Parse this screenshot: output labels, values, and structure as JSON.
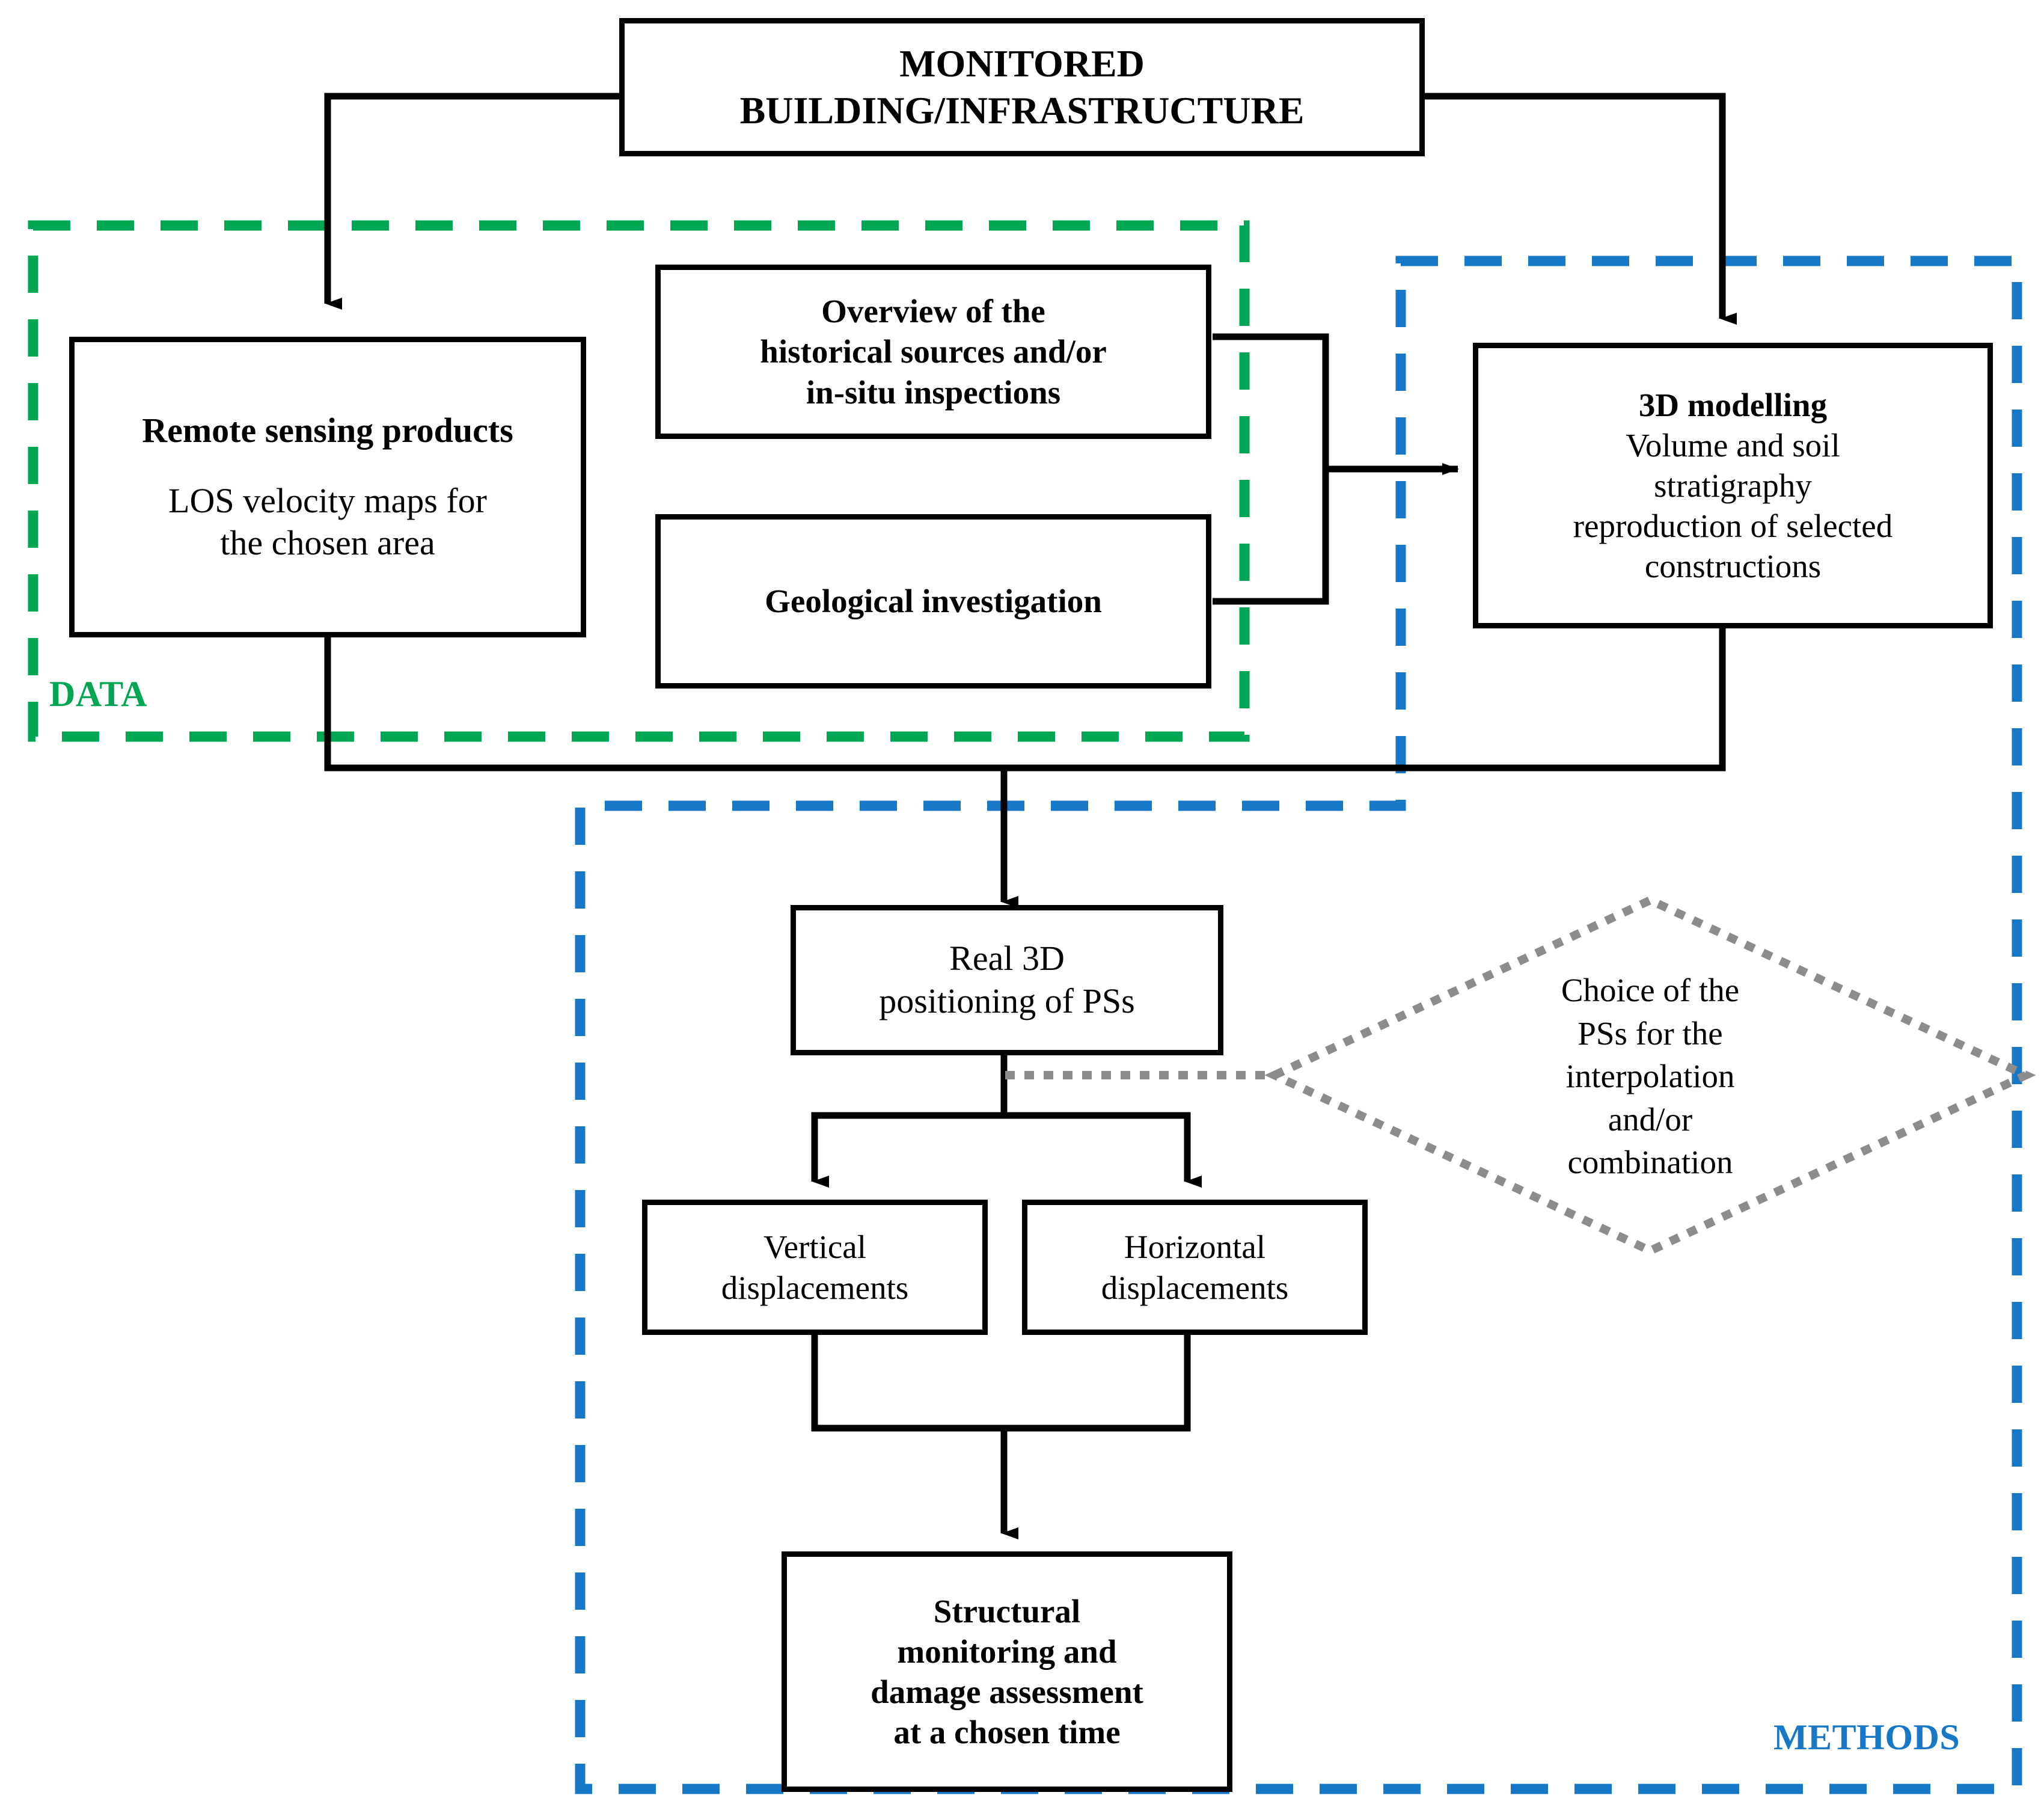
{
  "title": "Remote sensing / 3D modelling workflow flowchart",
  "colors": {
    "data_zone": "#00A651",
    "methods_zone": "#1878C8",
    "box_border": "#000000",
    "connector": "#000000",
    "dotted_connector": "#8C8C8C",
    "background": "#FFFFFF"
  },
  "zones": [
    {
      "id": "data",
      "label": "DATA",
      "color": "#00A651",
      "style": "dashed"
    },
    {
      "id": "methods",
      "label": "METHODS",
      "color": "#1878C8",
      "style": "dashed"
    }
  ],
  "nodes": {
    "monitored": {
      "name": "monitored-building-infrastructure",
      "lines": [
        {
          "text": "MONITORED",
          "bold": true
        },
        {
          "text": "BUILDING/INFRASTRUCTURE",
          "bold": true
        }
      ]
    },
    "remote_sensing": {
      "name": "remote-sensing-products",
      "lines": [
        {
          "text": "Remote sensing products",
          "bold": true
        },
        {
          "text": "",
          "bold": false
        },
        {
          "text": "LOS velocity maps for",
          "bold": false
        },
        {
          "text": "the chosen area",
          "bold": false
        }
      ]
    },
    "overview": {
      "name": "overview-historical-sources",
      "lines": [
        {
          "text": "Overview of the",
          "bold": true
        },
        {
          "text": "historical sources and/or",
          "bold": true
        },
        {
          "text": "in-situ inspections",
          "bold": true
        }
      ]
    },
    "geological": {
      "name": "geological-investigation",
      "lines": [
        {
          "text": "Geological investigation",
          "bold": true
        }
      ]
    },
    "modelling": {
      "name": "3d-modelling",
      "lines": [
        {
          "text": "3D modelling",
          "bold": true
        },
        {
          "text": "Volume and soil",
          "bold": false
        },
        {
          "text": "stratigraphy",
          "bold": false
        },
        {
          "text": "reproduction of selected",
          "bold": false
        },
        {
          "text": "constructions",
          "bold": false
        }
      ]
    },
    "real3d": {
      "name": "real-3d-positioning-of-ps",
      "lines": [
        {
          "text": "Real 3D",
          "bold": false
        },
        {
          "text": "positioning of PSs",
          "bold": false
        }
      ]
    },
    "vertical": {
      "name": "vertical-displacements",
      "lines": [
        {
          "text": "Vertical",
          "bold": false
        },
        {
          "text": "displacements",
          "bold": false
        }
      ]
    },
    "horizontal": {
      "name": "horizontal-displacements",
      "lines": [
        {
          "text": "Horizontal",
          "bold": false
        },
        {
          "text": "displacements",
          "bold": false
        }
      ]
    },
    "structural": {
      "name": "structural-monitoring-damage-assessment",
      "lines": [
        {
          "text": "Structural",
          "bold": true
        },
        {
          "text": "monitoring and",
          "bold": true
        },
        {
          "text": "damage assessment",
          "bold": true
        },
        {
          "text": "at a chosen time",
          "bold": true
        }
      ]
    },
    "choice_diamond": {
      "name": "choice-of-ps-decision",
      "lines": [
        {
          "text": "Choice of the",
          "bold": false
        },
        {
          "text": "PSs for the",
          "bold": false
        },
        {
          "text": "interpolation",
          "bold": false
        },
        {
          "text": "and/or",
          "bold": false
        },
        {
          "text": "combination",
          "bold": false
        }
      ]
    }
  },
  "edges": [
    {
      "from": "monitored",
      "to": "remote_sensing",
      "style": "solid-arrow"
    },
    {
      "from": "monitored",
      "to": "modelling",
      "style": "solid-arrow"
    },
    {
      "from": "overview",
      "to": "modelling",
      "style": "solid-arrow"
    },
    {
      "from": "geological",
      "to": "modelling",
      "style": "solid-arrow"
    },
    {
      "from": "remote_sensing",
      "to": "real3d",
      "style": "solid-arrow"
    },
    {
      "from": "modelling",
      "to": "real3d",
      "style": "solid-arrow"
    },
    {
      "from": "real3d",
      "to": "vertical",
      "style": "solid-arrow"
    },
    {
      "from": "real3d",
      "to": "horizontal",
      "style": "solid-arrow"
    },
    {
      "from": "vertical",
      "to": "structural",
      "style": "solid-arrow"
    },
    {
      "from": "horizontal",
      "to": "structural",
      "style": "solid-arrow"
    },
    {
      "from": "real3d",
      "to": "choice_diamond",
      "style": "dotted"
    }
  ]
}
